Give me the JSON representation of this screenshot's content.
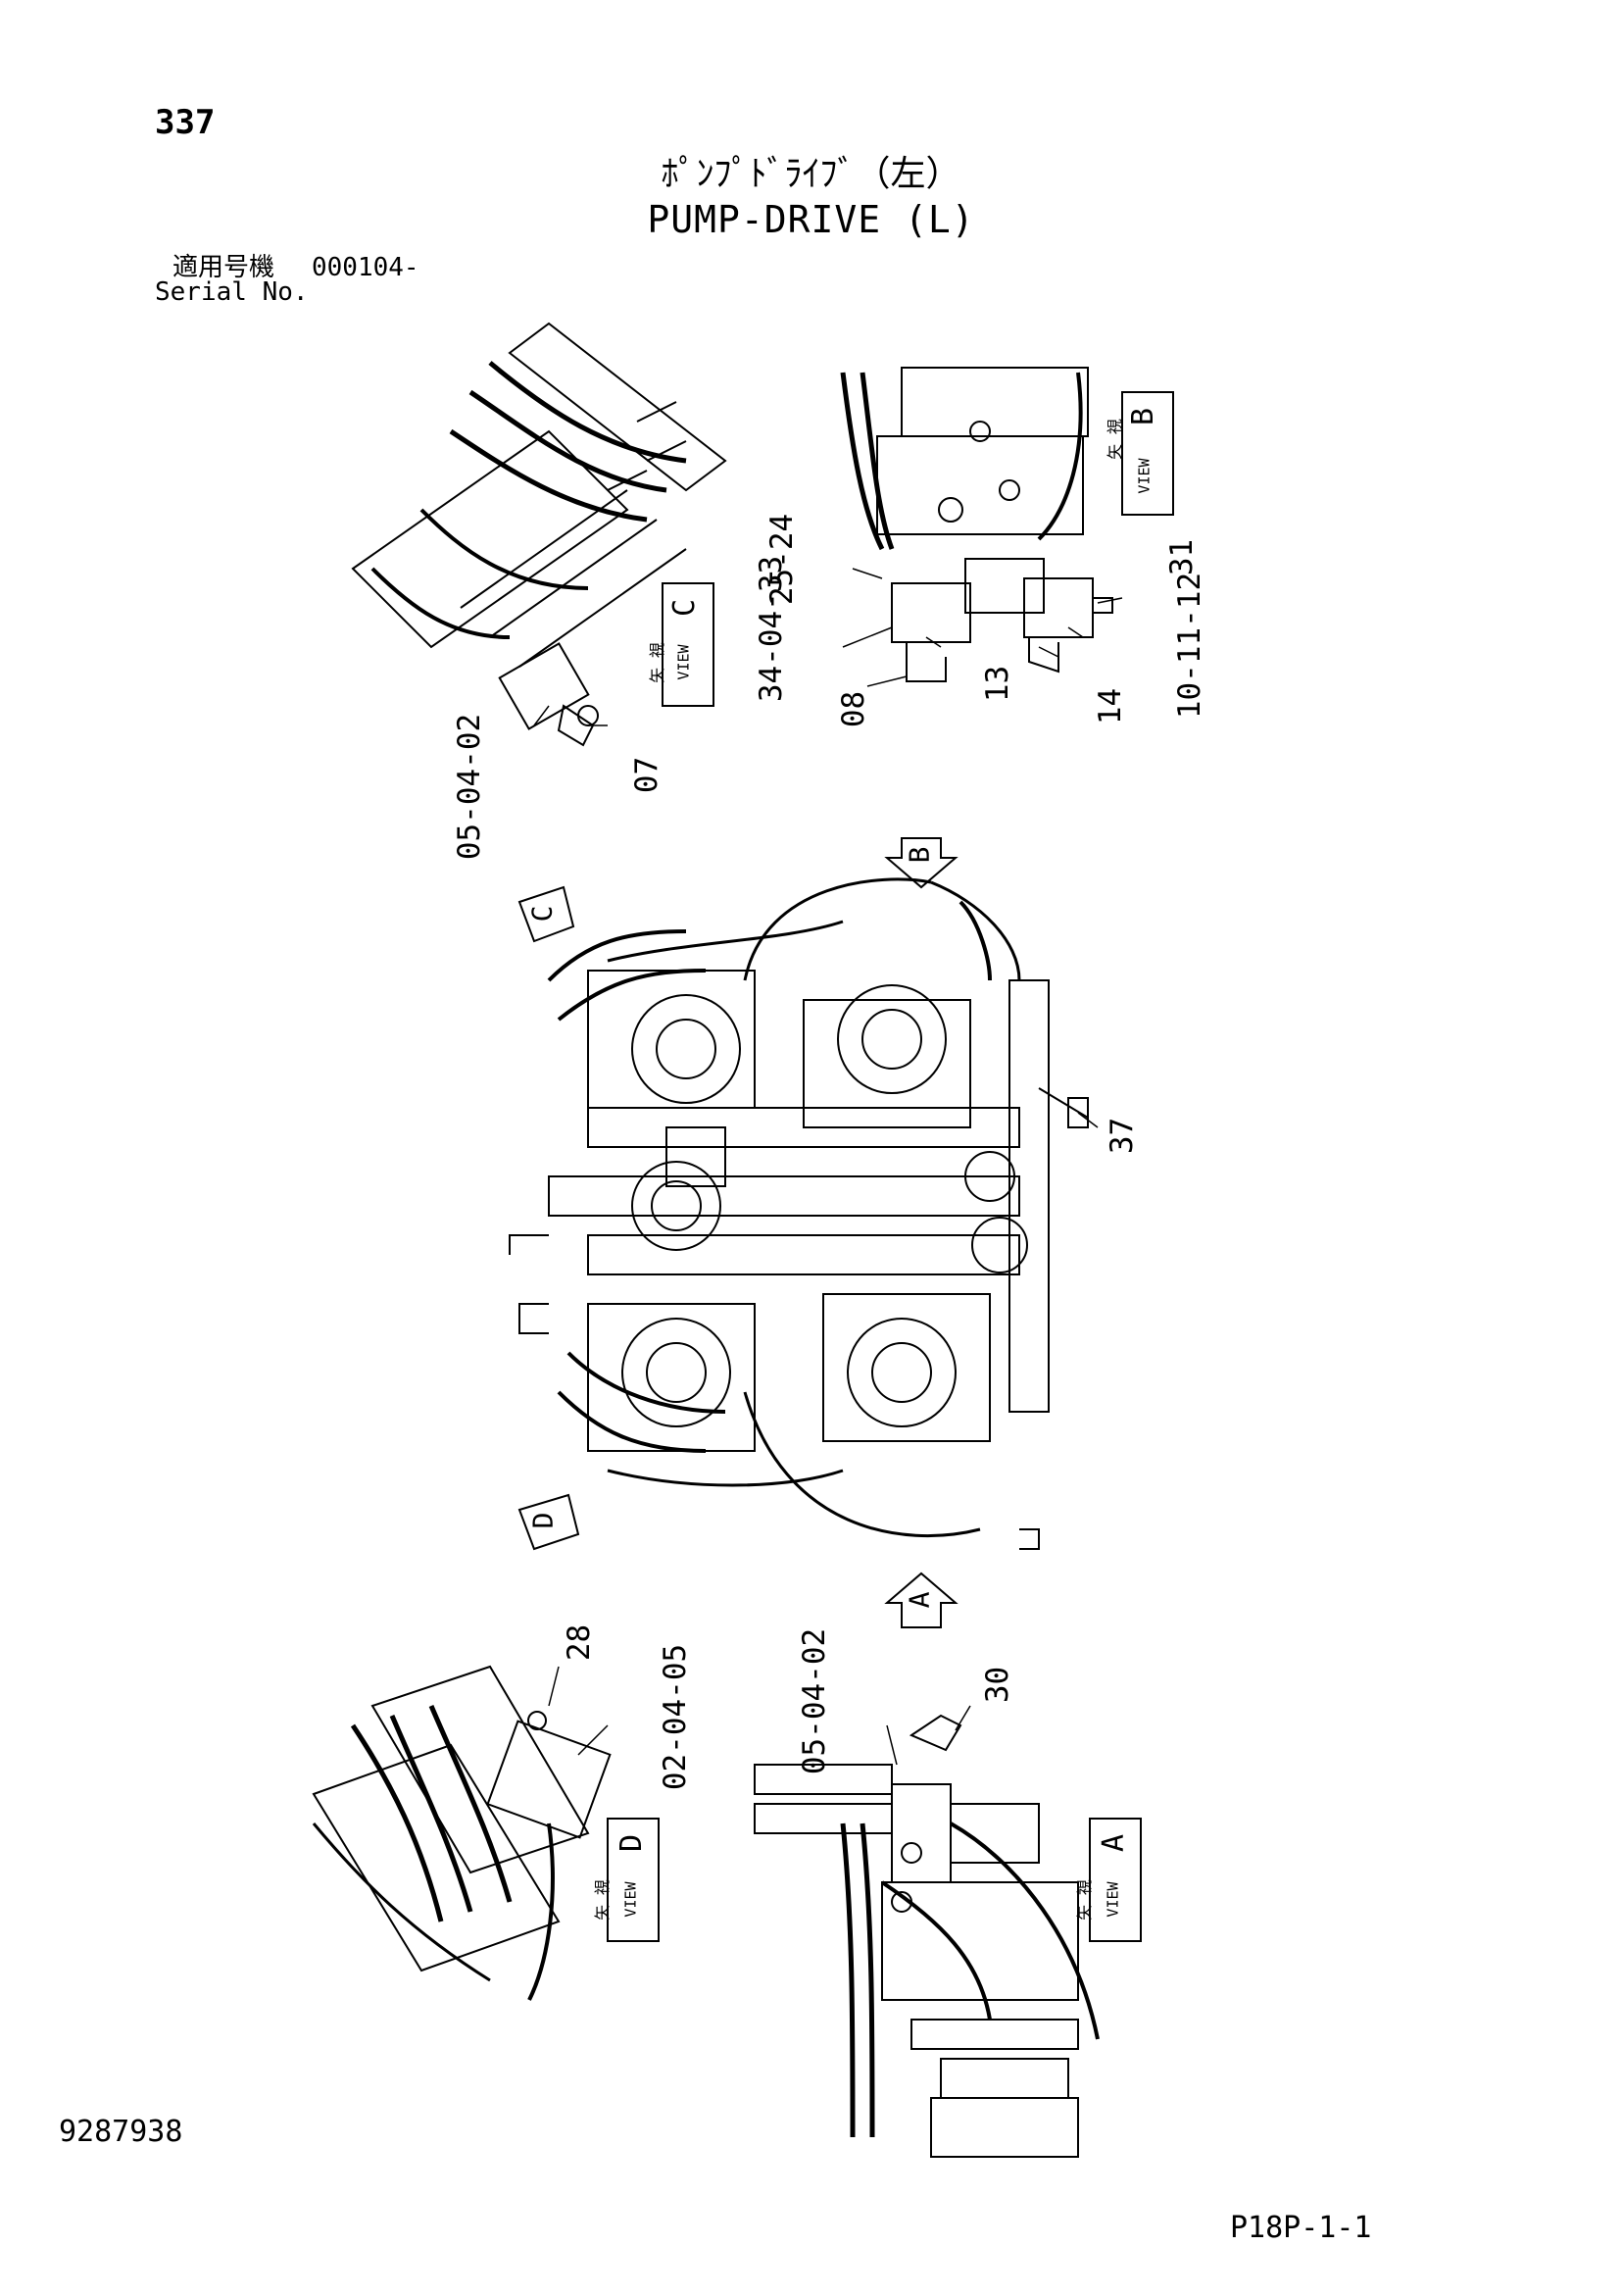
{
  "header": {
    "page_number": "337",
    "title_jp": "ﾎﾟﾝﾌﾟﾄﾞﾗｲﾌﾞ（左）",
    "title_en": "PUMP-DRIVE (L)",
    "serial_label_jp": "適用号機",
    "serial_value": "000104-",
    "serial_label_en": "Serial No."
  },
  "footer": {
    "document_number": "9287938",
    "sheet_code": "P18P-1-1"
  },
  "views": {
    "view_b": {
      "jp": "矢 視",
      "en": "VIEW",
      "letter": "B"
    },
    "view_c": {
      "jp": "矢 視",
      "en": "VIEW",
      "letter": "C"
    },
    "view_d": {
      "jp": "矢 視",
      "en": "VIEW",
      "letter": "D"
    },
    "view_a": {
      "jp": "矢 視",
      "en": "VIEW",
      "letter": "A"
    }
  },
  "direction_arrows": [
    "A",
    "B",
    "C",
    "D"
  ],
  "callouts": {
    "c_05_04_02": "05-04-02",
    "c_07": "07",
    "c_25_24": "25-24",
    "c_34_04_33": "34-04-33",
    "c_08": "08",
    "c_13": "13",
    "c_14": "14",
    "c_10_11_12": "10-11-12",
    "c_31": "31",
    "c_37": "37",
    "c_28": "28",
    "c_02_04_05": "02-04-05",
    "c_05_04_02_bottom": "05-04-02",
    "c_30": "30"
  }
}
